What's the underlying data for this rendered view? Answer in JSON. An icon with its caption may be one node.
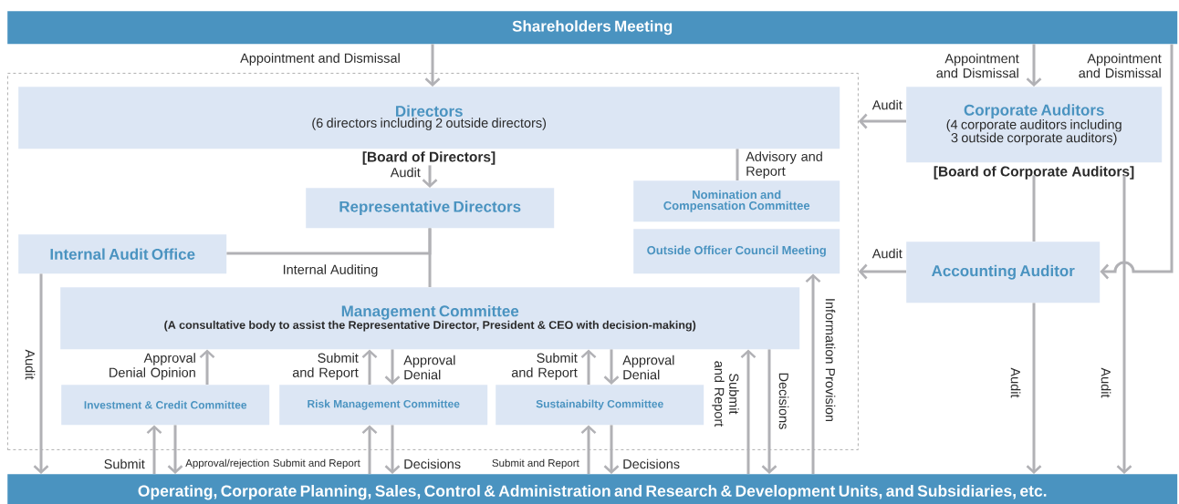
{
  "diagram": {
    "nodes": [
      {
        "text": [
          "Shareholders Meeting"
        ]
      },
      {
        "text": [],
        "shape": "box"
      },
      {
        "text": [
          "Directors",
          "(6 directors including 2 outside directors)",
          "[Board of Directors]"
        ],
        "in": 1
      },
      {
        "text": [
          "Representative Directors"
        ],
        "in": 1
      },
      {
        "text": [
          "Internal Audit Office"
        ],
        "in": 1
      },
      {
        "text": [
          "Management Committee",
          "(A consultative body to assist the Representative Director, President & CEO with decision-making)"
        ],
        "in": 1
      },
      {
        "text": [
          "Investment & Credit Committee"
        ],
        "in": 1
      },
      {
        "text": [
          "Risk Management Committee"
        ],
        "in": 1
      },
      {
        "text": [
          "Sustainabilty Committee"
        ],
        "in": 1
      },
      {
        "text": [
          "Nomination and Compensation Committee"
        ],
        "in": 1
      },
      {
        "text": [
          "Outside Officer Council Meeting"
        ],
        "in": 1
      },
      {
        "text": [
          "Corporate Auditors",
          "(4 corporate auditors including 3 outside corporate auditors)",
          "[Board of Corporate Auditors]"
        ]
      },
      {
        "text": [
          "Accounting Auditor"
        ]
      },
      {
        "text": [
          "Operating, Corporate Planning, Sales, Control & Administration and Research & Development Units, and Subsidiaries, etc."
        ]
      }
    ],
    "edges": [
      {
        "from": 0,
        "to": 2,
        "arrow": "to",
        "label": "Appointment and Dismissal"
      },
      {
        "from": 0,
        "to": 11,
        "arrow": "to",
        "label": "Appointment and Dismissal"
      },
      {
        "from": 0,
        "to": 12,
        "arrow": "to",
        "label": "Appointment and Dismissal"
      },
      {
        "from": 11,
        "to": 1,
        "arrow": "to",
        "label": "Audit"
      },
      {
        "from": 12,
        "to": 1,
        "arrow": "to",
        "label": "Audit"
      },
      {
        "from": 2,
        "to": 3,
        "arrow": "to",
        "label": "Audit"
      },
      {
        "from": 9,
        "to": 2,
        "arrow": "none",
        "label": "Advisory and Report"
      },
      {
        "from": 3,
        "to": 4,
        "arrow": "none",
        "label": "Internal Auditing"
      },
      {
        "from": 3,
        "to": 5,
        "arrow": "none"
      },
      {
        "from": 4,
        "to": 13,
        "arrow": "to",
        "label": "Audit"
      },
      {
        "from": 6,
        "to": 5,
        "arrow": "to",
        "label": "Approval Denial Opinion"
      },
      {
        "from": 7,
        "to": 5,
        "arrow": "to",
        "label": "Submit and Report"
      },
      {
        "from": 5,
        "to": 7,
        "arrow": "to",
        "label": "Approval Denial"
      },
      {
        "from": 8,
        "to": 5,
        "arrow": "to",
        "label": "Submit and Report"
      },
      {
        "from": 5,
        "to": 8,
        "arrow": "to",
        "label": "Approval Denial"
      },
      {
        "from": 13,
        "to": 6,
        "arrow": "to",
        "label": "Submit"
      },
      {
        "from": 6,
        "to": 13,
        "arrow": "to",
        "label": "Approval/rejection"
      },
      {
        "from": 13,
        "to": 7,
        "arrow": "to",
        "label": "Submit and Report"
      },
      {
        "from": 7,
        "to": 13,
        "arrow": "to",
        "label": "Decisions"
      },
      {
        "from": 13,
        "to": 8,
        "arrow": "to",
        "label": "Submit and Report"
      },
      {
        "from": 8,
        "to": 13,
        "arrow": "to",
        "label": "Decisions"
      },
      {
        "from": 13,
        "to": 5,
        "arrow": "to",
        "label": "Submit and Report"
      },
      {
        "from": 5,
        "to": 13,
        "arrow": "to",
        "label": "Decisions"
      },
      {
        "from": 13,
        "to": 10,
        "arrow": "to",
        "label": "Information Provision"
      },
      {
        "from": 11,
        "to": 12,
        "arrow": "none"
      },
      {
        "from": 12,
        "to": 13,
        "arrow": "to",
        "label": "Audit"
      },
      {
        "from": 11,
        "to": 13,
        "arrow": "to",
        "label": "Audit"
      }
    ]
  }
}
